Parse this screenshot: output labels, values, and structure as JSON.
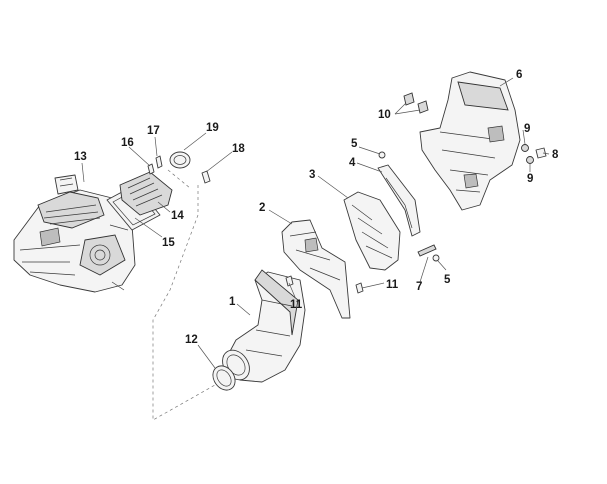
{
  "callouts": {
    "c1": "1",
    "c2": "2",
    "c3": "3",
    "c4": "4",
    "c5a": "5",
    "c5b": "5",
    "c6": "6",
    "c7": "7",
    "c8": "8",
    "c9a": "9",
    "c9b": "9",
    "c10": "10",
    "c11a": "11",
    "c11b": "11",
    "c12": "12",
    "c13": "13",
    "c14": "14",
    "c15": "15",
    "c16": "16",
    "c17": "17",
    "c18": "18",
    "c19": "19"
  },
  "colors": {
    "line": "#3a3a3a",
    "label": "#1a1a1a",
    "background": "#ffffff"
  }
}
